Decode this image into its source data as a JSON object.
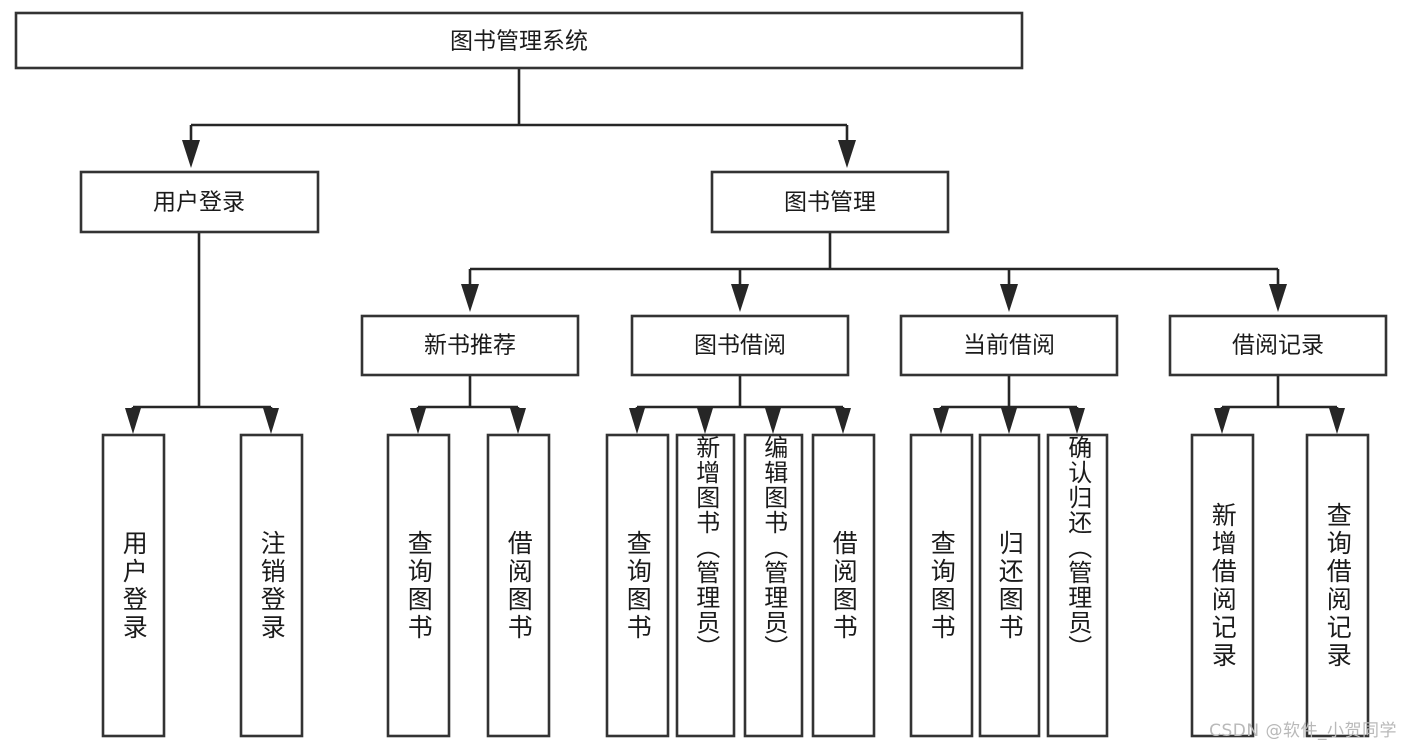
{
  "diagram": {
    "type": "tree-hierarchy-chart",
    "title": "图书管理系统",
    "orientation": "top-down",
    "stroke_color": "#333333",
    "fill_color": "#ffffff",
    "text_color": "#1b1b1b",
    "root": {
      "label": "图书管理系统"
    },
    "level2": [
      {
        "label": "用户登录"
      },
      {
        "label": "图书管理"
      }
    ],
    "level3": [
      {
        "label": "新书推荐"
      },
      {
        "label": "图书借阅"
      },
      {
        "label": "当前借阅"
      },
      {
        "label": "借阅记录"
      }
    ],
    "leaves": [
      {
        "label": "用户登录",
        "parent": "用户登录"
      },
      {
        "label": "注销登录",
        "parent": "用户登录"
      },
      {
        "label": "查询图书",
        "parent": "新书推荐"
      },
      {
        "label": "借阅图书",
        "parent": "新书推荐"
      },
      {
        "label": "查询图书",
        "parent": "图书借阅"
      },
      {
        "label": "新增图书（管理员）",
        "parent": "图书借阅"
      },
      {
        "label": "编辑图书（管理员）",
        "parent": "图书借阅"
      },
      {
        "label": "借阅图书",
        "parent": "图书借阅"
      },
      {
        "label": "查询图书",
        "parent": "当前借阅"
      },
      {
        "label": "归还图书",
        "parent": "当前借阅"
      },
      {
        "label": "确认归还（管理员）",
        "parent": "当前借阅"
      },
      {
        "label": "新增借阅记录",
        "parent": "借阅记录"
      },
      {
        "label": "查询借阅记录",
        "parent": "借阅记录"
      }
    ]
  },
  "watermark": {
    "text": "CSDN @软件_小贺同学"
  }
}
